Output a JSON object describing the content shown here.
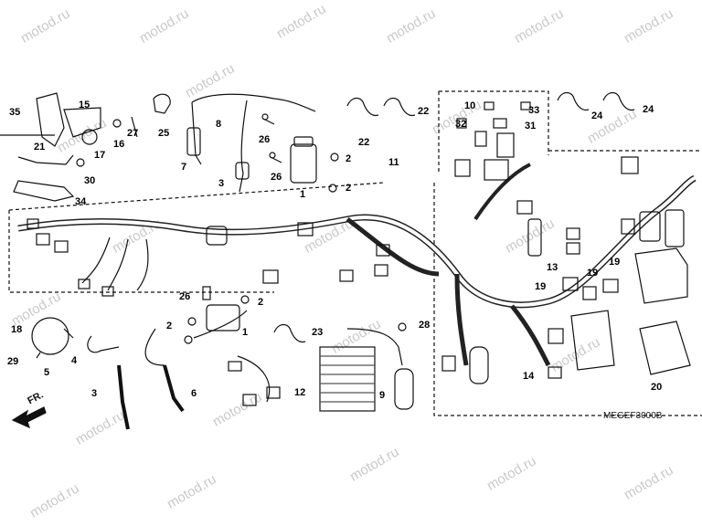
{
  "watermark": "motod.ru",
  "drawing_code": "MEGEF3000B",
  "front_label": "FR.",
  "callouts": [
    {
      "n": "35"
    },
    {
      "n": "15"
    },
    {
      "n": "17"
    },
    {
      "n": "16"
    },
    {
      "n": "27"
    },
    {
      "n": "25"
    },
    {
      "n": "8"
    },
    {
      "n": "7"
    },
    {
      "n": "3"
    },
    {
      "n": "26"
    },
    {
      "n": "26"
    },
    {
      "n": "2"
    },
    {
      "n": "2"
    },
    {
      "n": "1"
    },
    {
      "n": "22"
    },
    {
      "n": "22"
    },
    {
      "n": "11"
    },
    {
      "n": "10"
    },
    {
      "n": "32"
    },
    {
      "n": "33"
    },
    {
      "n": "31"
    },
    {
      "n": "24"
    },
    {
      "n": "24"
    },
    {
      "n": "21"
    },
    {
      "n": "30"
    },
    {
      "n": "34"
    },
    {
      "n": "13"
    },
    {
      "n": "19"
    },
    {
      "n": "19"
    },
    {
      "n": "19"
    },
    {
      "n": "18"
    },
    {
      "n": "26"
    },
    {
      "n": "2"
    },
    {
      "n": "2"
    },
    {
      "n": "1"
    },
    {
      "n": "23"
    },
    {
      "n": "28"
    },
    {
      "n": "29"
    },
    {
      "n": "4"
    },
    {
      "n": "5"
    },
    {
      "n": "3"
    },
    {
      "n": "6"
    },
    {
      "n": "12"
    },
    {
      "n": "9"
    },
    {
      "n": "14"
    },
    {
      "n": "20"
    }
  ]
}
